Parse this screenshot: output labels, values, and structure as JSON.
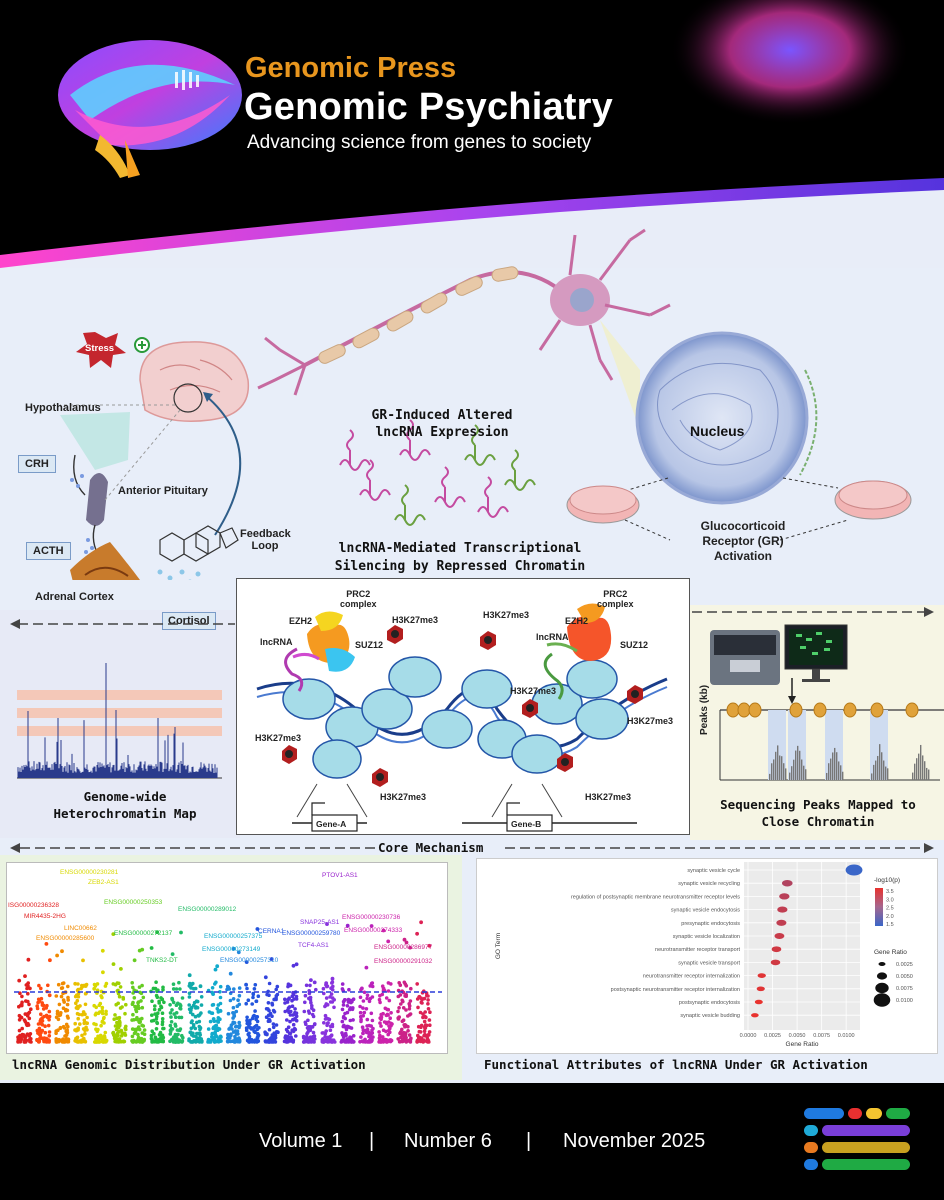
{
  "header": {
    "press": "Genomic Press",
    "journal": "Genomic Psychiatry",
    "tagline": "Advancing science from genes to society"
  },
  "hpa": {
    "stress": "Stress",
    "hypothalamus": "Hypothalamus",
    "crh": "CRH",
    "anterior_pituitary": "Anterior Pituitary",
    "acth": "ACTH",
    "adrenal_cortex": "Adrenal Cortex",
    "cortisol": "Cortisol",
    "feedback": "Feedback",
    "loop": "Loop"
  },
  "neuron": {
    "gr_line1": "GR-Induced Altered",
    "gr_line2": "lncRNA Expression",
    "nucleus": "Nucleus",
    "glucocorticoid_line1": "Glucocorticoid",
    "glucocorticoid_line2": "Receptor (GR)",
    "glucocorticoid_line3": "Activation"
  },
  "silencing": {
    "line1": "lncRNA-Mediated Transcriptional",
    "line2": "Silencing by Repressed Chromatin"
  },
  "core": {
    "caption": "Core Mechanism",
    "prc2_a": "PRC2",
    "complex_a": "complex",
    "ezh2_a": "EZH2",
    "suz12_a": "SUZ12",
    "lncrna_a": "lncRNA",
    "prc2_b": "PRC2",
    "complex_b": "complex",
    "ezh2_b": "EZH2",
    "suz12_b": "SUZ12",
    "lncrna_b": "lncRNA",
    "mark": "H3K27me3",
    "gene_a": "Gene-A",
    "gene_b": "Gene-B"
  },
  "heterochromatin": {
    "line1": "Genome-wide",
    "line2": "Heterochromatin Map"
  },
  "sequencing": {
    "axis": "Peaks (kb)",
    "line1": "Sequencing Peaks Mapped to",
    "line2": "Close Chromatin"
  },
  "manhattan": {
    "caption": "lncRNA Genomic Distribution Under GR Activation",
    "genes": [
      {
        "label": "ENSG00000230281",
        "color": "#d8d800"
      },
      {
        "label": "ZEB2-AS1",
        "color": "#d8d800"
      },
      {
        "label": "ISG00000236328",
        "color": "#e02020"
      },
      {
        "label": "MIR4435-2HG",
        "color": "#e02020"
      },
      {
        "label": "LINC00662",
        "color": "#f08a00"
      },
      {
        "label": "ENSG00000285600",
        "color": "#f08a00"
      },
      {
        "label": "ENSG00000250353",
        "color": "#66cc22"
      },
      {
        "label": "ENSG00000272137",
        "color": "#22bb44"
      },
      {
        "label": "TNKS2-DT",
        "color": "#22bb44"
      },
      {
        "label": "ENSG00000289012",
        "color": "#22bb66"
      },
      {
        "label": "ENSG00000257375",
        "color": "#11aacc"
      },
      {
        "label": "ENSG00000273149",
        "color": "#11aacc"
      },
      {
        "label": "ENSG00000257310",
        "color": "#2288dd"
      },
      {
        "label": "CERNA1",
        "color": "#2255dd"
      },
      {
        "label": "ENSG00000259780",
        "color": "#2255dd"
      },
      {
        "label": "SNAP25-AS1",
        "color": "#8833dd"
      },
      {
        "label": "TCF4-AS1",
        "color": "#8833dd"
      },
      {
        "label": "PTOV1-AS1",
        "color": "#9922cc"
      },
      {
        "label": "ENSG00000230736",
        "color": "#cc22aa"
      },
      {
        "label": "ENSG00000274333",
        "color": "#cc22aa"
      },
      {
        "label": "ENSG00000286977",
        "color": "#cc2288"
      },
      {
        "label": "ENSG00000291032",
        "color": "#cc2288"
      }
    ]
  },
  "functional": {
    "caption": "Functional Attributes of lncRNA Under GR Activation",
    "ylabel": "GO Term",
    "xlabel": "Gene Ratio",
    "legend_color_title": "-log10(p)",
    "legend_size_title": "Gene Ratio",
    "color_ticks": [
      "3.5",
      "3.0",
      "2.5",
      "2.0",
      "1.5"
    ],
    "size_ticks": [
      "0.0025",
      "0.0050",
      "0.0075",
      "0.0100"
    ],
    "x_ticks": [
      "0.0000",
      "0.0025",
      "0.0050",
      "0.0075",
      "0.0100"
    ]
  },
  "chart_data": {
    "type": "scatter",
    "title": "",
    "ylabel": "GO Term",
    "xlabel": "Gene Ratio",
    "xlim": [
      0,
      0.011
    ],
    "categories": [
      "synaptic vesicle cycle",
      "synaptic vesicle recycling",
      "regulation of postsynaptic membrane neurotransmitter receptor levels",
      "synaptic vesicle endocytosis",
      "presynaptic endocytosis",
      "synaptic vesicle localization",
      "neurotransmitter receptor transport",
      "synaptic vesicle transport",
      "neurotransmitter receptor internalization",
      "postsynaptic neurotransmitter receptor internalization",
      "postsynaptic endocytosis",
      "synaptic vesicle budding"
    ],
    "x": [
      0.0108,
      0.004,
      0.0037,
      0.0035,
      0.0034,
      0.0032,
      0.0029,
      0.0028,
      0.0014,
      0.0013,
      0.0011,
      0.0007
    ],
    "neglog10p": [
      1.5,
      3.0,
      3.1,
      3.2,
      3.2,
      3.3,
      3.4,
      3.4,
      3.6,
      3.6,
      3.7,
      3.8
    ]
  },
  "footer": {
    "volume": "Volume 1",
    "sep1": "|",
    "number": "Number 6",
    "sep2": "|",
    "date": "November 2025"
  },
  "colors": {
    "press_orange": "#e8961e",
    "accent_magenta": "#cc33cc",
    "accent_purple": "#6a3ccc"
  }
}
